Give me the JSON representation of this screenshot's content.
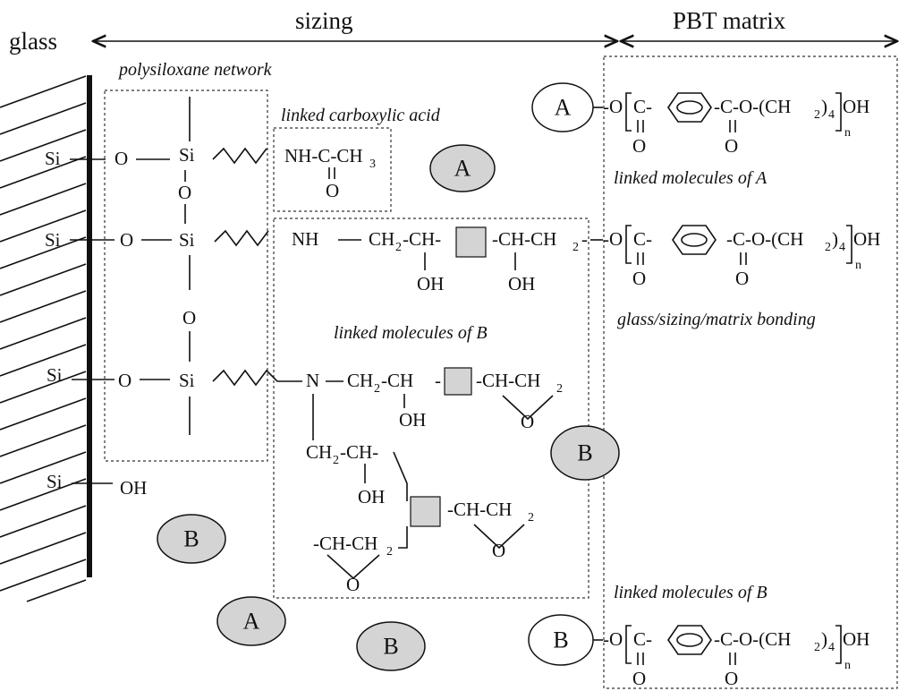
{
  "header": {
    "glass": "glass",
    "sizing": "sizing",
    "matrix": "PBT matrix"
  },
  "labels": {
    "polysiloxane": "polysiloxane network",
    "carboxylic": "linked carboxylic acid",
    "linked_A": "linked molecules of A",
    "linked_B_mid": "linked molecules of B",
    "bonding": "glass/sizing/matrix bonding",
    "linked_B_right": "linked molecules of B"
  },
  "atoms": {
    "Si": "Si",
    "O": "O",
    "OH": "OH",
    "NH": "NH",
    "N": "N",
    "CH": "CH",
    "NH_C_CH": "NH-C-CH",
    "CH2_CH": "CH",
    "CH_CH": "-CH-CH",
    "CH_CH2": "CH-CH",
    "ester_start": "-O",
    "ester_C": "C-",
    "ester_mid": "-C-O-(CH",
    "ester_end": ")",
    "ester_OH": "OH",
    "sub2": "2",
    "sub3": "3",
    "sub4": "4",
    "subn": "n"
  },
  "markers": {
    "A": "A",
    "B": "B"
  },
  "colors": {
    "marker_fill": "#d4d4d4",
    "outline_fill": "#ffffff",
    "stroke": "#111111"
  }
}
